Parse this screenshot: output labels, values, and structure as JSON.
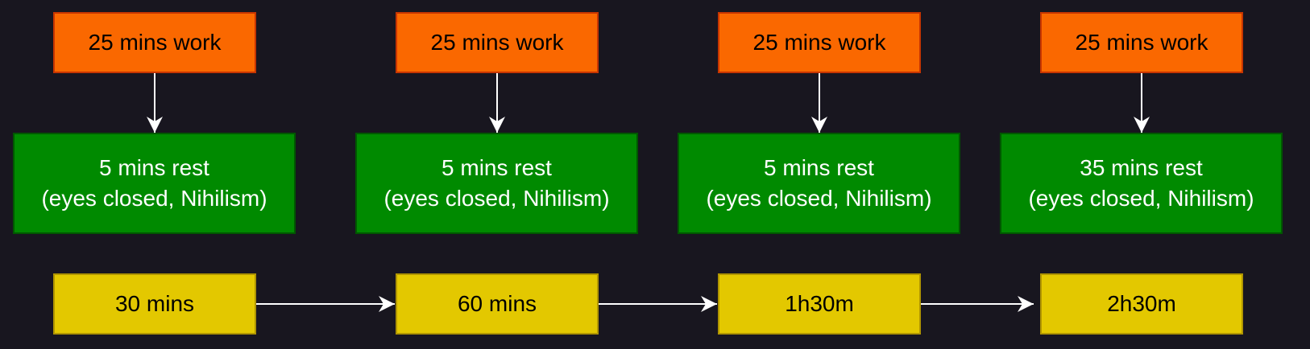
{
  "colors": {
    "background": "#18161f",
    "work_fill": "#fa6800",
    "rest_fill": "#008a00",
    "time_fill": "#e3c800",
    "arrow": "#ffffff"
  },
  "columns": [
    {
      "work": "25 mins work",
      "rest_line1": "5 mins rest",
      "rest_line2": "(eyes closed, Nihilism)",
      "time": "30 mins"
    },
    {
      "work": "25 mins work",
      "rest_line1": "5 mins rest",
      "rest_line2": "(eyes closed, Nihilism)",
      "time": "60 mins"
    },
    {
      "work": "25 mins work",
      "rest_line1": "5 mins rest",
      "rest_line2": "(eyes closed, Nihilism)",
      "time": "1h30m"
    },
    {
      "work": "25 mins work",
      "rest_line1": "35 mins rest",
      "rest_line2": "(eyes closed, Nihilism)",
      "time": "2h30m"
    }
  ]
}
